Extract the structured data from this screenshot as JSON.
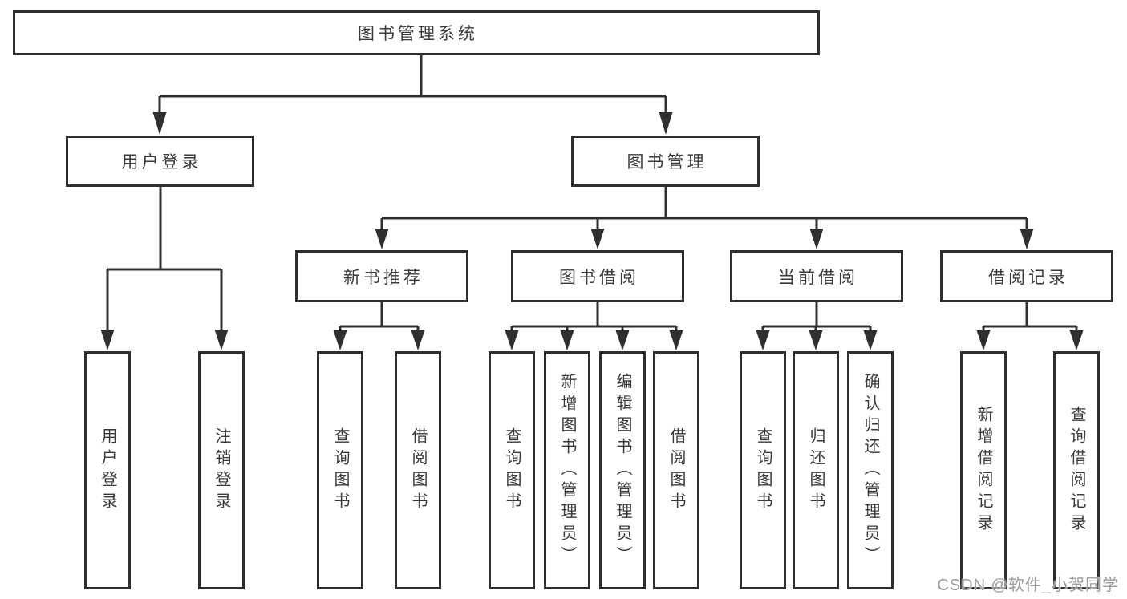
{
  "diagram_type": "hierarchy-tree",
  "tree": {
    "label": "图书管理系统",
    "children": [
      {
        "label": "用户登录",
        "children": [
          {
            "label": "用户登录"
          },
          {
            "label": "注销登录"
          }
        ]
      },
      {
        "label": "图书管理",
        "children": [
          {
            "label": "新书推荐",
            "children": [
              {
                "label": "查询图书"
              },
              {
                "label": "借阅图书"
              }
            ]
          },
          {
            "label": "图书借阅",
            "children": [
              {
                "label": "查询图书"
              },
              {
                "label": "新增图书（管理员）"
              },
              {
                "label": "编辑图书（管理员）"
              },
              {
                "label": "借阅图书"
              }
            ]
          },
          {
            "label": "当前借阅",
            "children": [
              {
                "label": "查询图书"
              },
              {
                "label": "归还图书"
              },
              {
                "label": "确认归还（管理员）"
              }
            ]
          },
          {
            "label": "借阅记录",
            "children": [
              {
                "label": "新增借阅记录"
              },
              {
                "label": "查询借阅记录"
              }
            ]
          }
        ]
      }
    ]
  },
  "watermark": {
    "text": "CSDN @软件_小贺同学",
    "color": "#9c9c9c"
  },
  "colors": {
    "background": "#ffffff",
    "line": "#2f2f2f",
    "box_border": "#2f2f2f",
    "box_fill": "#ffffff",
    "text": "#3a3a3a"
  }
}
